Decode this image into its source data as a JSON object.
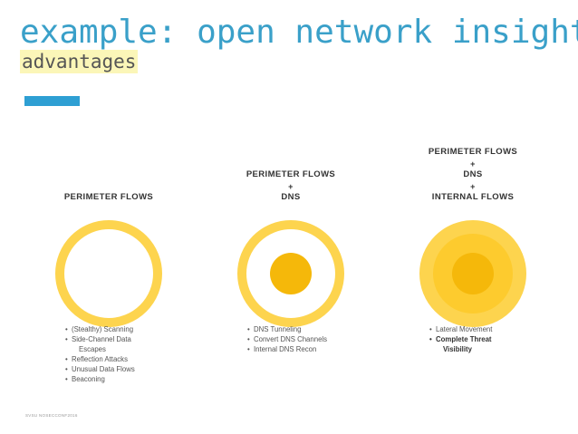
{
  "slide": {
    "title": "example: open network insight",
    "subtitle": "advantages",
    "footer": "SVSU NOSECCONF2016"
  },
  "colors": {
    "title": "#3aa0c9",
    "accent_bar": "#2e9fd3",
    "highlight": "#fbf6b8",
    "ring": "#fdd44e",
    "core": "#f5b80a",
    "halo_fill": "#fdcb2e"
  },
  "columns": [
    {
      "heading": [
        "PERIMETER FLOWS"
      ],
      "bullets": [
        {
          "text": "(Stealthy) Scanning",
          "style": "bullet"
        },
        {
          "text": "Side-Channel Data",
          "style": "bullet"
        },
        {
          "text": "Escapes",
          "style": "indent"
        },
        {
          "text": "Reflection Attacks",
          "style": "bullet"
        },
        {
          "text": "Unusual Data Flows",
          "style": "bullet"
        },
        {
          "text": "Beaconing",
          "style": "bullet"
        }
      ]
    },
    {
      "heading": [
        "PERIMETER FLOWS",
        "+",
        "DNS"
      ],
      "bullets": [
        {
          "text": "DNS Tunneling",
          "style": "bullet"
        },
        {
          "text": "Convert DNS Channels",
          "style": "bullet"
        },
        {
          "text": "Internal DNS Recon",
          "style": "bullet"
        }
      ]
    },
    {
      "heading": [
        "PERIMETER FLOWS",
        "+",
        "DNS",
        "+",
        "INTERNAL FLOWS"
      ],
      "bullets": [
        {
          "text": "Lateral Movement",
          "style": "bullet"
        },
        {
          "text": "Complete Threat",
          "style": "strong"
        },
        {
          "text": "Visibility",
          "style": "strong-indent"
        }
      ]
    }
  ]
}
